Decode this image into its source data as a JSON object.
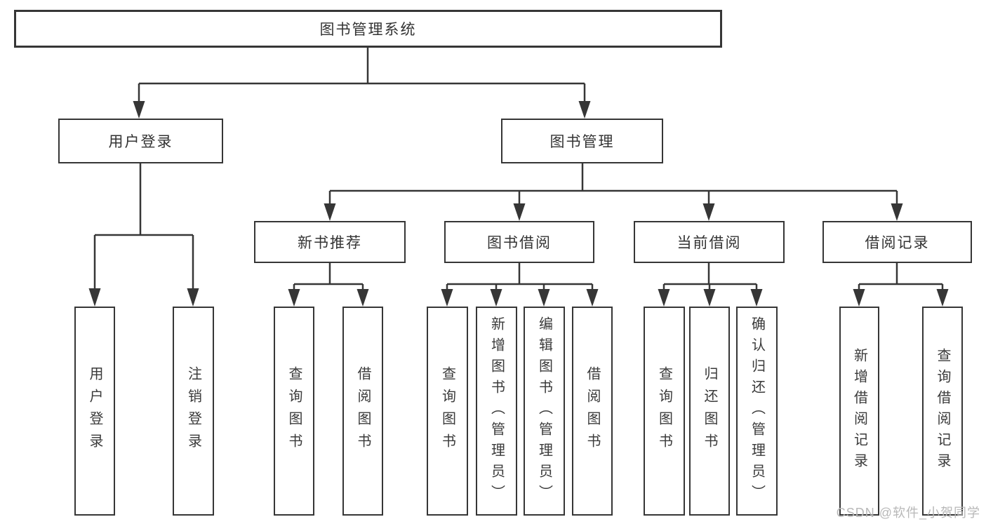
{
  "tree": {
    "root": "图书管理系统",
    "branches": [
      {
        "label": "用户登录",
        "children": [
          "用户登录",
          "注销登录"
        ]
      },
      {
        "label": "图书管理",
        "sections": [
          {
            "label": "新书推荐",
            "children": [
              "查询图书",
              "借阅图书"
            ]
          },
          {
            "label": "图书借阅",
            "children": [
              "查询图书",
              "新增图书（管理员）",
              "编辑图书（管理员）",
              "借阅图书"
            ]
          },
          {
            "label": "当前借阅",
            "children": [
              "查询图书",
              "归还图书",
              "确认归还（管理员）"
            ]
          },
          {
            "label": "借阅记录",
            "children": [
              "新增借阅记录",
              "查询借阅记录"
            ]
          }
        ]
      }
    ]
  },
  "watermark": "CSDN @软件_小贺同学",
  "colors": {
    "line": "#363636",
    "text": "#333333",
    "watermark": "#b8b8b8",
    "background": "#ffffff"
  }
}
